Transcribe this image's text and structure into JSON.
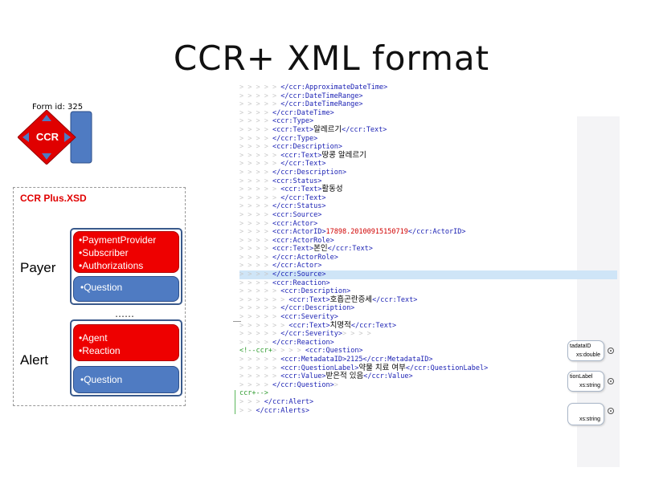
{
  "slide": {
    "title": "CCR+ XML format"
  },
  "logo": {
    "form_id": "Form id: 325",
    "label": "CCR"
  },
  "xsd": {
    "title": "CCR Plus.XSD",
    "payer": {
      "label": "Payer",
      "items": [
        "•PaymentProvider",
        "•Subscriber",
        "•Authorizations"
      ],
      "question": "•Question"
    },
    "separator": "……",
    "alert": {
      "label": "Alert",
      "items": [
        "•Agent",
        "•Reaction"
      ],
      "question": "•Question"
    }
  },
  "xml_lines": [
    {
      "indent": "> > > > > ",
      "parts": [
        {
          "c": "tag",
          "t": "</ccr:ApproximateDateTime>"
        }
      ]
    },
    {
      "indent": "> > > > > ",
      "parts": [
        {
          "c": "tag",
          "t": "</ccr:DateTimeRange>"
        }
      ]
    },
    {
      "indent": "> > > > > ",
      "parts": [
        {
          "c": "tag",
          "t": "</ccr:DateTimeRange>"
        }
      ]
    },
    {
      "indent": "> > > > ",
      "parts": [
        {
          "c": "tag",
          "t": "</ccr:DateTime>"
        }
      ]
    },
    {
      "indent": "> > > > ",
      "parts": [
        {
          "c": "tag",
          "t": "<ccr:Type>"
        }
      ]
    },
    {
      "indent": "> > > > ",
      "parts": [
        {
          "c": "tag",
          "t": "<ccr:Text>"
        },
        {
          "c": "txt",
          "t": "알레르기"
        },
        {
          "c": "tag",
          "t": "</ccr:Text>"
        }
      ]
    },
    {
      "indent": "> > > > ",
      "parts": [
        {
          "c": "tag",
          "t": "</ccr:Type>"
        }
      ]
    },
    {
      "indent": "> > > > ",
      "parts": [
        {
          "c": "tag",
          "t": "<ccr:Description>"
        }
      ]
    },
    {
      "indent": "> > > > > ",
      "parts": [
        {
          "c": "tag",
          "t": "<ccr:Text>"
        },
        {
          "c": "txt",
          "t": "땅콩 알레르기"
        }
      ]
    },
    {
      "indent": "> > > > > ",
      "parts": [
        {
          "c": "tag",
          "t": "</ccr:Text>"
        }
      ]
    },
    {
      "indent": "> > > > ",
      "parts": [
        {
          "c": "tag",
          "t": "</ccr:Description>"
        }
      ]
    },
    {
      "indent": "> > > > ",
      "parts": [
        {
          "c": "tag",
          "t": "<ccr:Status>"
        }
      ]
    },
    {
      "indent": "> > > > > ",
      "parts": [
        {
          "c": "tag",
          "t": "<ccr:Text>"
        },
        {
          "c": "txt",
          "t": "활동성"
        }
      ]
    },
    {
      "indent": "> > > > > ",
      "parts": [
        {
          "c": "tag",
          "t": "</ccr:Text>"
        }
      ]
    },
    {
      "indent": "> > > > ",
      "parts": [
        {
          "c": "tag",
          "t": "</ccr:Status>"
        }
      ]
    },
    {
      "indent": "> > > > ",
      "parts": [
        {
          "c": "tag",
          "t": "<ccr:Source>"
        }
      ]
    },
    {
      "indent": "> > > > ",
      "parts": [
        {
          "c": "tag",
          "t": "<ccr:Actor>"
        }
      ]
    },
    {
      "indent": "> > > > ",
      "parts": [
        {
          "c": "tag",
          "t": "<ccr:ActorID>"
        },
        {
          "c": "red",
          "t": "17898.20100915150719"
        },
        {
          "c": "tag",
          "t": "</ccr:ActorID>"
        }
      ]
    },
    {
      "indent": "> > > > ",
      "parts": [
        {
          "c": "tag",
          "t": "<ccr:ActorRole>"
        }
      ]
    },
    {
      "indent": "> > > > ",
      "parts": [
        {
          "c": "tag",
          "t": "<ccr:Text>"
        },
        {
          "c": "txt",
          "t": "본인"
        },
        {
          "c": "tag",
          "t": "</ccr:Text>"
        }
      ]
    },
    {
      "indent": "> > > > ",
      "parts": [
        {
          "c": "tag",
          "t": "</ccr:ActorRole>"
        }
      ]
    },
    {
      "indent": "> > > > ",
      "parts": [
        {
          "c": "tag",
          "t": "</ccr:Actor>"
        }
      ]
    },
    {
      "indent": "> > > > ",
      "parts": [
        {
          "c": "tag",
          "t": "</ccr:Source>"
        }
      ],
      "highlight": true
    },
    {
      "indent": "> > > > ",
      "parts": [
        {
          "c": "tag",
          "t": "<ccr:Reaction>"
        }
      ]
    },
    {
      "indent": "> > > > > ",
      "parts": [
        {
          "c": "tag",
          "t": "<ccr:Description>"
        }
      ]
    },
    {
      "indent": "> > > > > > ",
      "parts": [
        {
          "c": "tag",
          "t": "<ccr:Text>"
        },
        {
          "c": "txt",
          "t": "호흡곤란증세"
        },
        {
          "c": "tag",
          "t": "</ccr:Text>"
        }
      ]
    },
    {
      "indent": "> > > > > ",
      "parts": [
        {
          "c": "tag",
          "t": "</ccr:Description>"
        }
      ]
    },
    {
      "indent": "> > > > > ",
      "parts": [
        {
          "c": "tag",
          "t": "<ccr:Severity>"
        }
      ]
    },
    {
      "indent": "> > > > > > ",
      "parts": [
        {
          "c": "tag",
          "t": "<ccr:Text>"
        },
        {
          "c": "txt",
          "t": "치명적"
        },
        {
          "c": "tag",
          "t": "</ccr:Text>"
        }
      ]
    },
    {
      "indent": "> > > > > ",
      "parts": [
        {
          "c": "tag",
          "t": "</ccr:Severity>"
        },
        {
          "c": "arrows",
          "t": "> > > >"
        }
      ]
    },
    {
      "indent": "> > > > ",
      "parts": [
        {
          "c": "tag",
          "t": "</ccr:Reaction>"
        }
      ]
    },
    {
      "indent": "",
      "parts": [
        {
          "c": "cm",
          "t": "<!--ccr+"
        },
        {
          "c": "arrows",
          "t": "> > > > "
        },
        {
          "c": "tag",
          "t": "<ccr:Question>"
        }
      ]
    },
    {
      "indent": "> > > > > ",
      "parts": [
        {
          "c": "tag",
          "t": "<ccr:MetadataID>2125</ccr:MetadataID>"
        }
      ]
    },
    {
      "indent": "> > > > > ",
      "parts": [
        {
          "c": "tag",
          "t": "<ccr:QuestionLabel>"
        },
        {
          "c": "txt",
          "t": "약물 치료 여부"
        },
        {
          "c": "tag",
          "t": "</ccr:QuestionLabel>"
        }
      ]
    },
    {
      "indent": "> > > > > ",
      "parts": [
        {
          "c": "tag",
          "t": "<ccr:Value>"
        },
        {
          "c": "txt",
          "t": "받은적 있음"
        },
        {
          "c": "tag",
          "t": "</ccr:Value>"
        }
      ]
    },
    {
      "indent": "> > > > ",
      "parts": [
        {
          "c": "tag",
          "t": "</ccr:Question>"
        },
        {
          "c": "arrows",
          "t": ">"
        }
      ]
    },
    {
      "indent": "",
      "parts": [
        {
          "c": "cm",
          "t": "ccr+-->"
        }
      ]
    },
    {
      "indent": "> > > ",
      "parts": [
        {
          "c": "tag",
          "t": "</ccr:Alert>"
        }
      ]
    },
    {
      "indent": "> > ",
      "parts": [
        {
          "c": "tag",
          "t": "</ccr:Alerts>"
        }
      ]
    }
  ],
  "schema_nodes": [
    {
      "name": "tadataID",
      "type": "xs:double"
    },
    {
      "name": "tionLabel",
      "type": "xs:string"
    },
    {
      "name": "",
      "type": "xs:string"
    }
  ],
  "colors": {
    "red": "#ee0000",
    "blue": "#4f7bc2",
    "tag": "#1c22b4",
    "comment": "#2e9b2e",
    "highlight": "#cfe5f7"
  }
}
